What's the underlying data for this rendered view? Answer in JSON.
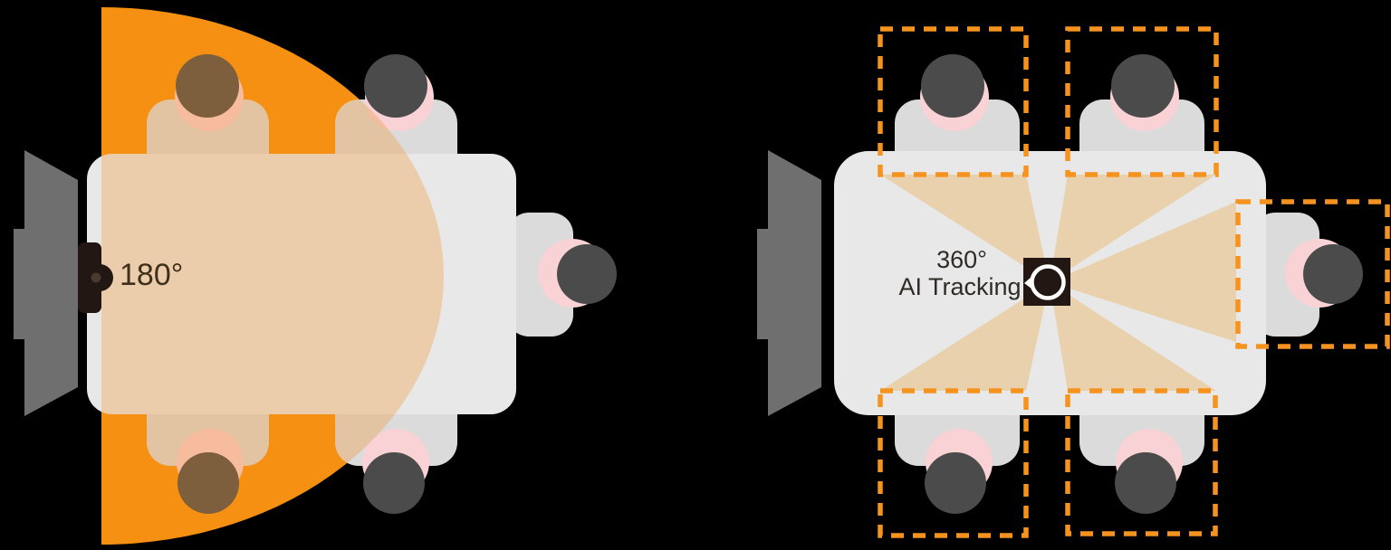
{
  "left_diagram": {
    "fov_label": "180°",
    "people_count": 5,
    "icons": [
      "tv-icon",
      "soundbar-camera-icon"
    ]
  },
  "right_diagram": {
    "fov_label": "360°",
    "tracking_label": "AI Tracking",
    "people_count": 5,
    "tracking_box_count": 5,
    "icons": [
      "tv-icon",
      "center-camera-icon"
    ]
  },
  "colors": {
    "background": "#000000",
    "fan_orange": "#F8930D",
    "tracking_box_orange": "#F6921E",
    "cone_beige": "#EAD1AE",
    "table_gray": "#E8E8E8",
    "body_gray": "#DBDBDB",
    "head_gray": "#4B4B4B",
    "skin_pink": "#F9D2D5",
    "tv_gray": "#6F6F6F",
    "camera_black": "#231713",
    "label_180_color": "#3F301C",
    "label_360_color": "#2E2A25"
  }
}
